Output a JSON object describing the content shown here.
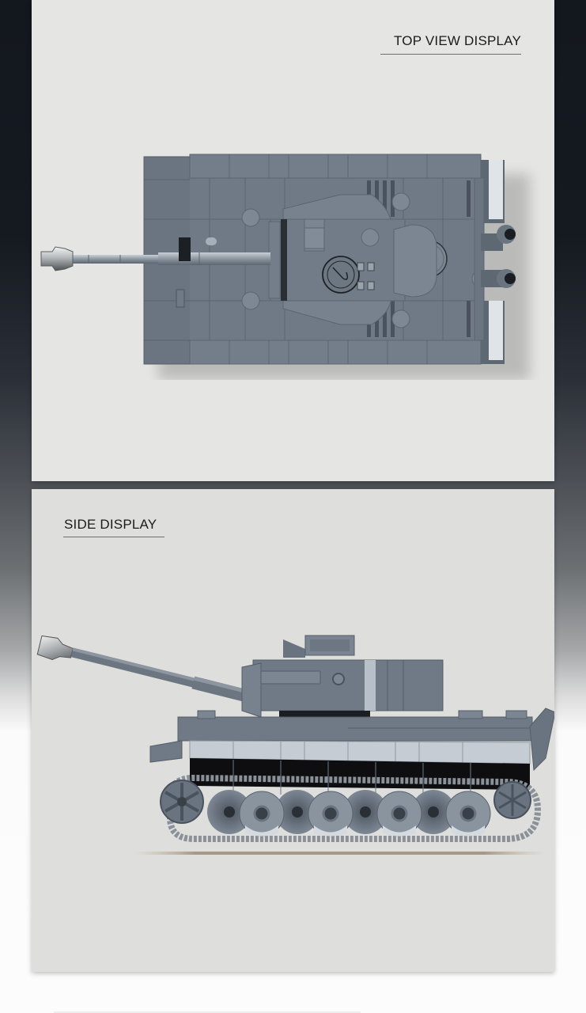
{
  "sections": {
    "top": {
      "heading": "TOP VIEW DISPLAY",
      "subject": "tank-model-top-view"
    },
    "side": {
      "heading": "SIDE DISPLAY",
      "subject": "tank-model-side-view"
    }
  },
  "colors": {
    "page_top": "#13171e",
    "page_bottom": "#fcfcfc",
    "card_top_bg": "#e5e5e3",
    "card_side_bg": "#dededc",
    "heading_text": "#1b1b1b",
    "tank_grey": "#6f7a86",
    "tank_light": "#b9c2cc",
    "track_dark": "#0e0e10"
  }
}
